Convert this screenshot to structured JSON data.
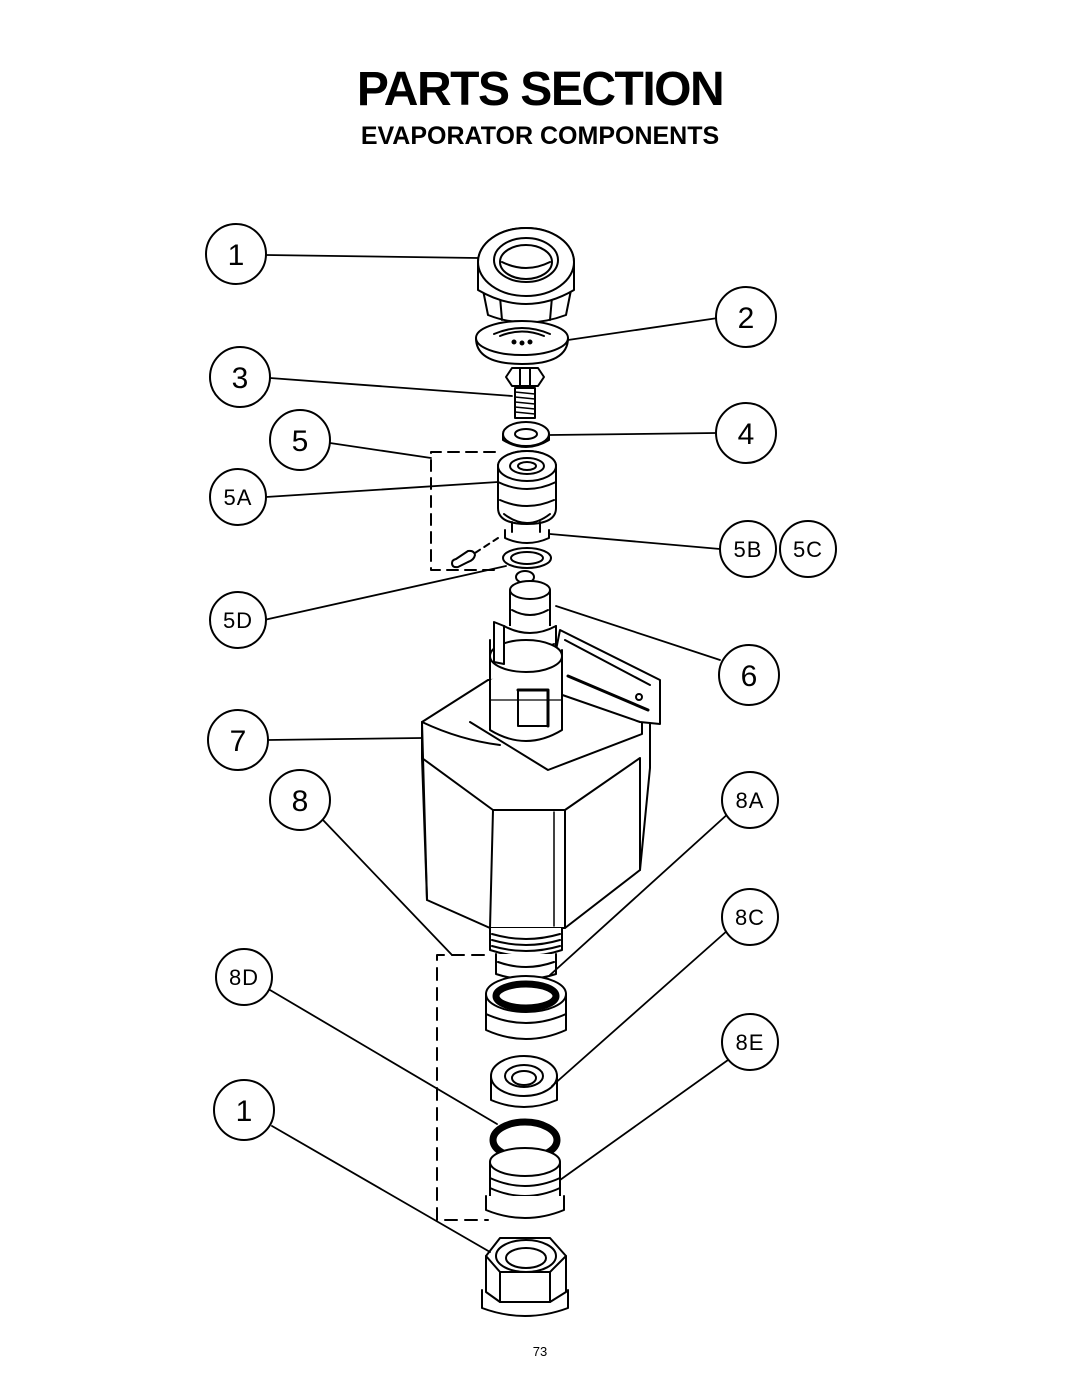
{
  "title": "PARTS SECTION",
  "subtitle": "EVAPORATOR COMPONENTS",
  "callouts": [
    "1",
    "2",
    "3",
    "5",
    "4",
    "5A",
    "5B",
    "5C",
    "5D",
    "6",
    "7",
    "8",
    "8A",
    "8C",
    "8D",
    "8E",
    "1"
  ],
  "page_number": "73"
}
